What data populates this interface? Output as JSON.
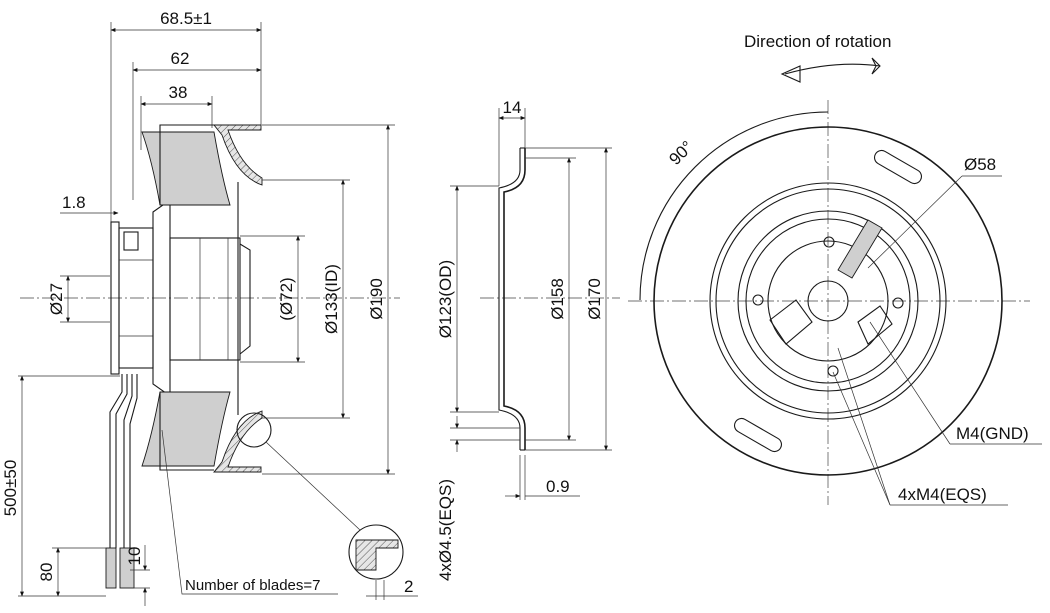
{
  "side_view": {
    "overall_depth": "68.5±1",
    "depth_62": "62",
    "depth_38": "38",
    "flange_1_8": "1.8",
    "hub_dia_27": "Ø27",
    "inlet_dia_72": "(Ø72)",
    "id_133": "Ø133(ID)",
    "dia_190": "Ø190",
    "cable_length": "500±50",
    "strip_80": "80",
    "strip_10": "10",
    "blades_note": "Number of blades=7",
    "detail_2": "2"
  },
  "inlet_ring": {
    "width_14": "14",
    "od_123": "Ø123(OD)",
    "dia_158": "Ø158",
    "dia_170": "Ø170",
    "holes": "4xØ4.5(EQS)",
    "thickness_0_9": "0.9"
  },
  "front_view": {
    "rotation_label": "Direction of rotation",
    "angle_90": "90°",
    "dia_58": "Ø58",
    "ground_screw": "M4(GND)",
    "mount_screws": "4xM4(EQS)"
  }
}
